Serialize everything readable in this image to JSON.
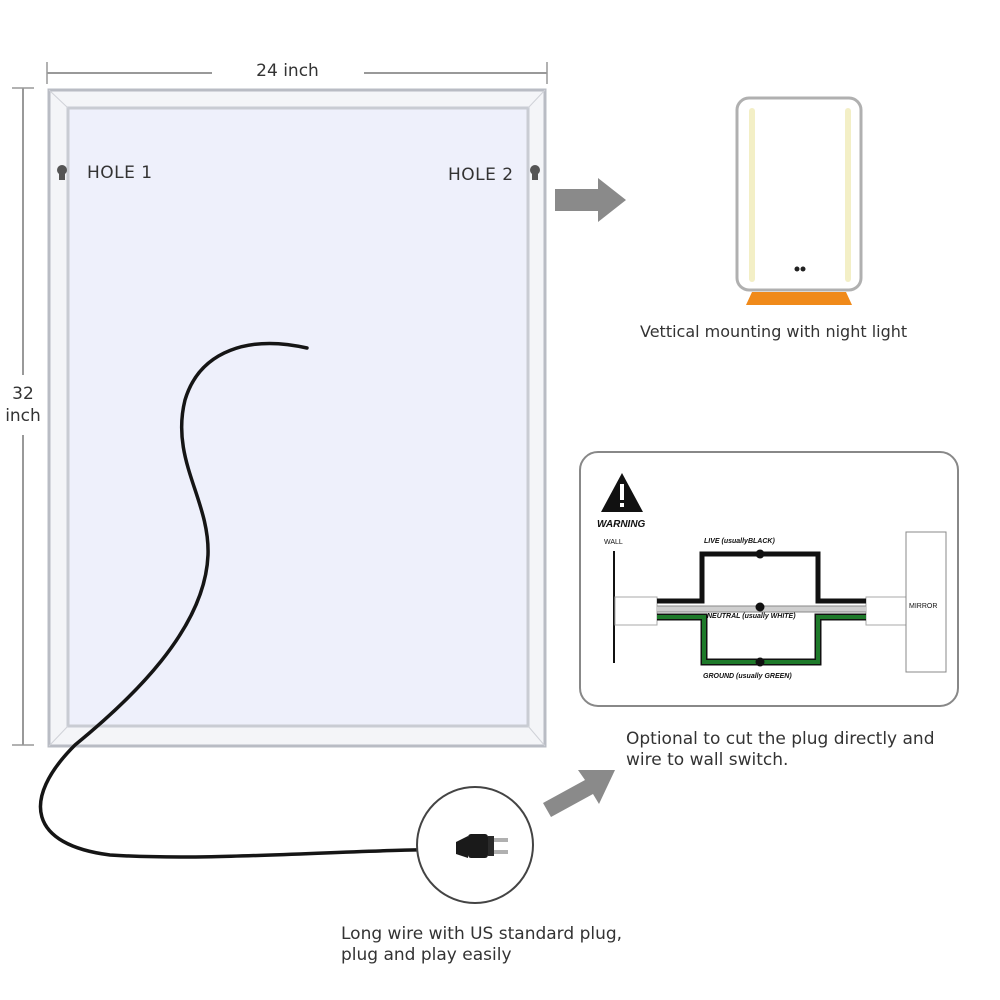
{
  "dimensions": {
    "width_label": "24 inch",
    "height_value": "32",
    "height_unit": "inch"
  },
  "holes": {
    "hole1": "HOLE 1",
    "hole2": "HOLE 2"
  },
  "vertical_mounting": {
    "caption": "Vettical mounting with night light"
  },
  "wiring": {
    "warning": "WARNING",
    "wall": "WALL",
    "mirror": "MIRROR",
    "live": "LIVE (usuallyBLACK)",
    "neutral": "NEUTRAL (usually WHITE)",
    "ground": "GROUND (usually GREEN)",
    "caption": "Optional to cut the plug directly and wire to wall switch."
  },
  "plug": {
    "caption": "Long wire with US standard plug, plug and play easily"
  },
  "colors": {
    "mirror_frame": "#c9ccd3",
    "mirror_glass": "#eef0fb",
    "arrow": "#8a8a8a",
    "night_light": "#f08a1a",
    "led_strip": "#f3efc6",
    "ground_wire": "#1e7a2a"
  }
}
